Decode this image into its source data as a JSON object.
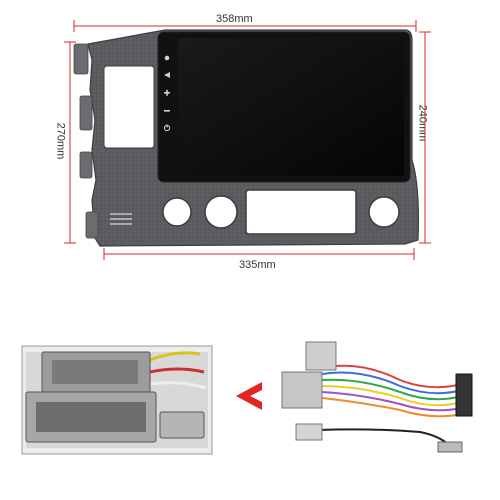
{
  "dimensions": {
    "top_width": "358mm",
    "left_height": "270mm",
    "right_height": "240mm",
    "bottom_width": "335mm"
  },
  "colors": {
    "bezel": "#5c5c60",
    "bezel_dark": "#3d3d41",
    "screen": "#0e0e10",
    "dim_line": "#d82a2a",
    "arrow": "#e32222",
    "connector": "#c8c8c8"
  },
  "icons": [
    "home-icon",
    "back-icon",
    "volume-up-icon",
    "volume-down-icon",
    "power-icon"
  ]
}
